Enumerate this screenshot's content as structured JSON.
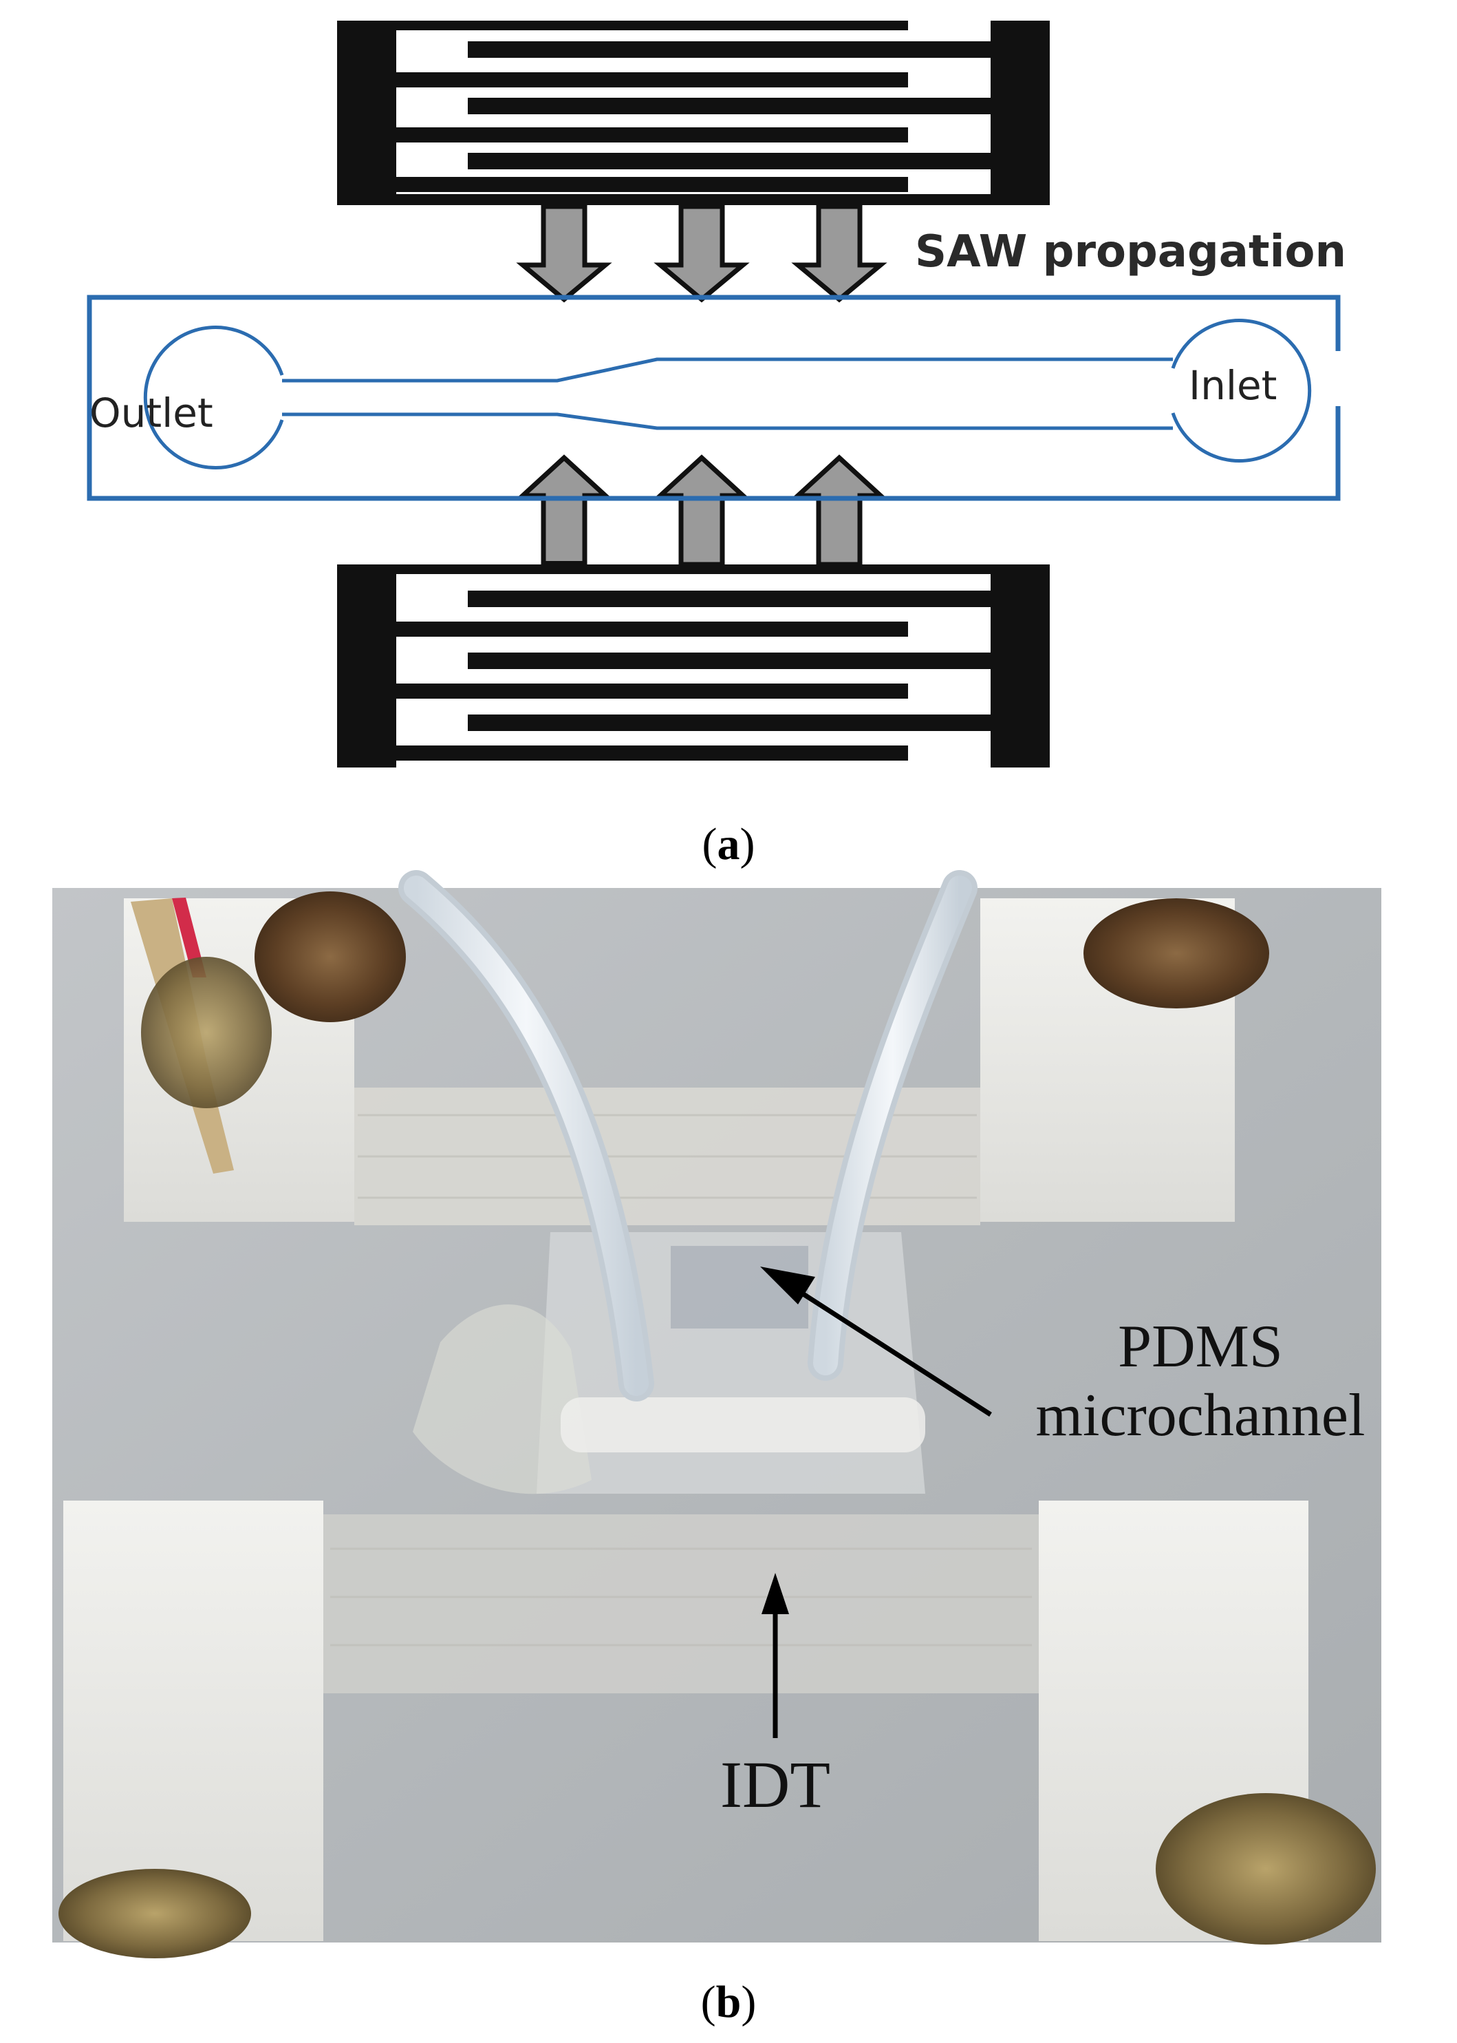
{
  "panel_a": {
    "label_open": "(",
    "label_letter": "a",
    "label_close": ")",
    "saw_label": "SAW propagation",
    "outlet_label": "Outlet",
    "inlet_label": "Inlet",
    "colors": {
      "channel": "#2b6cb0",
      "electrode": "#111111",
      "arrow_fill": "#9a9a9a"
    }
  },
  "panel_b": {
    "label_open": "(",
    "label_letter": "b",
    "label_close": ")",
    "pdms_line1": "PDMS",
    "pdms_line2": "microchannel",
    "idt_label": "IDT",
    "colors": {
      "background": "#b9bcbf",
      "pads": "#e9e9e6",
      "tubes": "#dfe5ea",
      "solder": "#6b4a2e"
    }
  }
}
